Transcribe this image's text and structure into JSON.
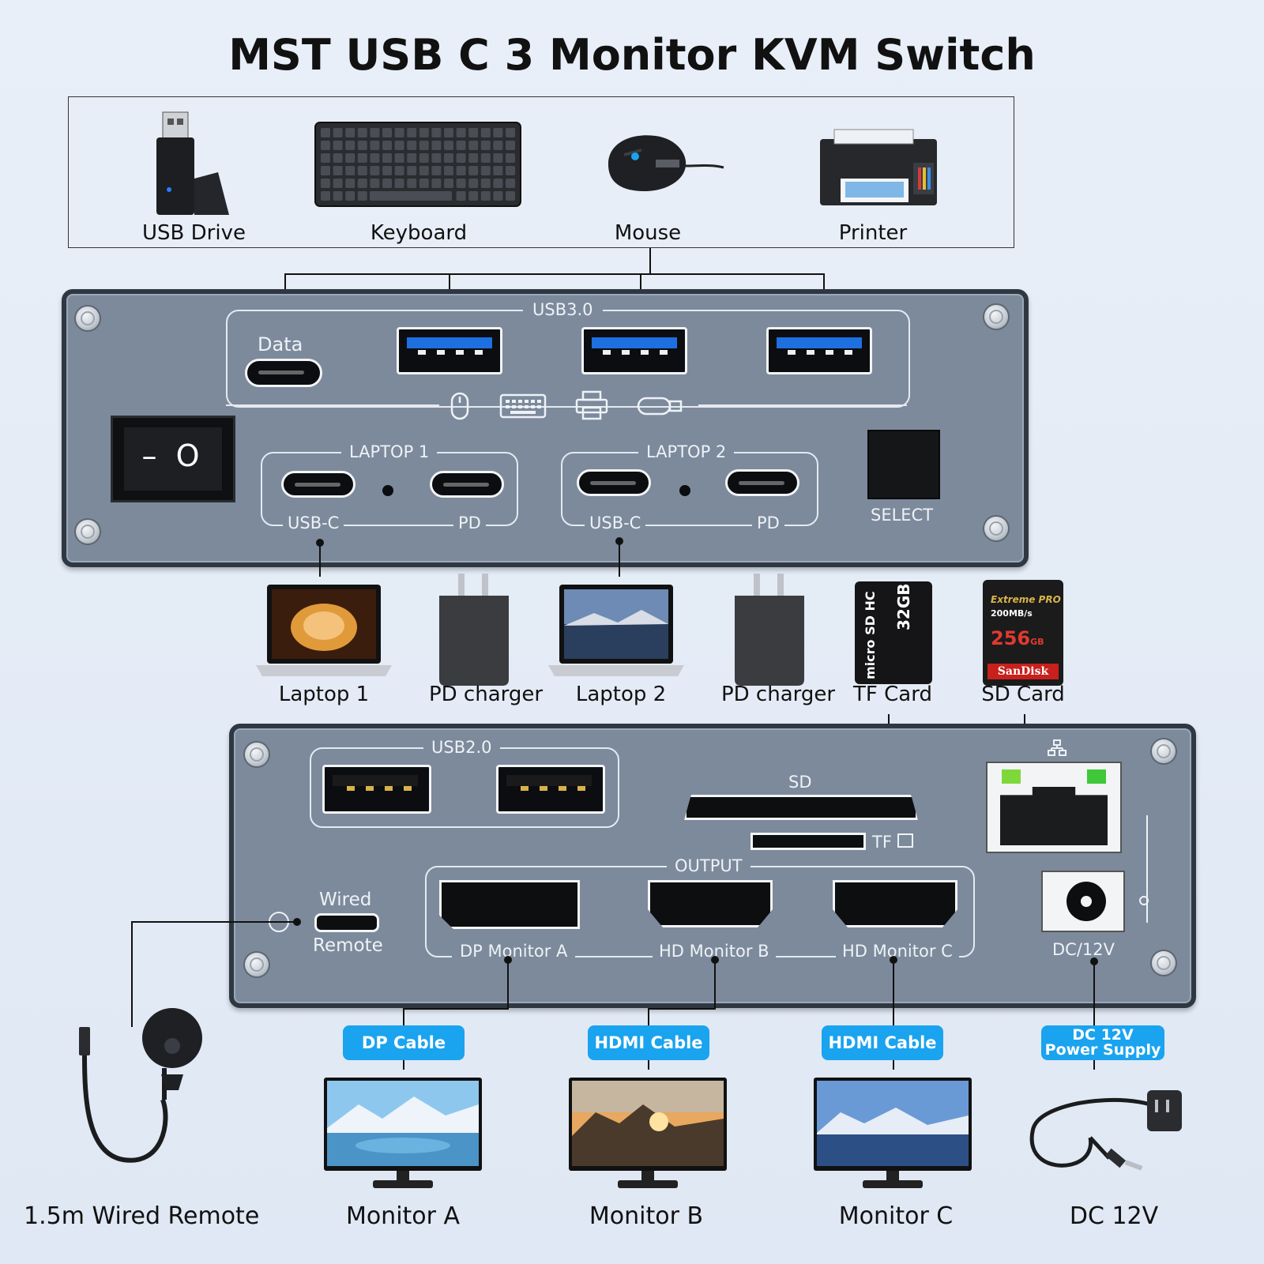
{
  "title": "MST USB C 3 Monitor KVM Switch",
  "peripherals": [
    {
      "label": "USB Drive",
      "icon": "usb-drive-icon"
    },
    {
      "label": "Keyboard",
      "icon": "keyboard-icon"
    },
    {
      "label": "Mouse",
      "icon": "mouse-icon"
    },
    {
      "label": "Printer",
      "icon": "printer-icon"
    }
  ],
  "top_panel": {
    "usb30_label": "USB3.0",
    "data_label": "Data",
    "laptop1_label": "LAPTOP 1",
    "laptop2_label": "LAPTOP 2",
    "usbc_label": "USB-C",
    "pd_label": "PD",
    "select_label": "SELECT",
    "switch_text": "– O"
  },
  "mid_devices": [
    {
      "label": "Laptop 1"
    },
    {
      "label": "PD charger"
    },
    {
      "label": "Laptop 2"
    },
    {
      "label": "PD charger"
    },
    {
      "label": "TF Card"
    },
    {
      "label": "SD Card"
    }
  ],
  "tf_card": {
    "capacity": "32GB",
    "brand": "micro SD HC"
  },
  "sd_card": {
    "line1": "Extreme PRO",
    "line2": "200MB/s",
    "capacity": "256",
    "unit": "GB",
    "brand": "SanDisk"
  },
  "bottom_panel": {
    "usb20_label": "USB2.0",
    "sd_label": "SD",
    "tf_label": "TF",
    "output_label": "OUTPUT",
    "wired_label": "Wired",
    "remote_label": "Remote",
    "dp_a_label": "DP Monitor A",
    "hd_b_label": "HD Monitor B",
    "hd_c_label": "HD Monitor C",
    "dc_label": "DC/12V"
  },
  "cables": [
    {
      "label": "DP Cable"
    },
    {
      "label": "HDMI Cable"
    },
    {
      "label": "HDMI Cable"
    },
    {
      "line1": "DC 12V",
      "line2": "Power Supply"
    }
  ],
  "bottom_items": [
    {
      "label": "1.5m Wired Remote"
    },
    {
      "label": "Monitor A"
    },
    {
      "label": "Monitor B"
    },
    {
      "label": "Monitor C"
    },
    {
      "label": "DC 12V"
    }
  ],
  "colors": {
    "accent": "#1aa3ef",
    "panel": "#7c8a9c",
    "usb3_blue": "#1e6fe0"
  }
}
